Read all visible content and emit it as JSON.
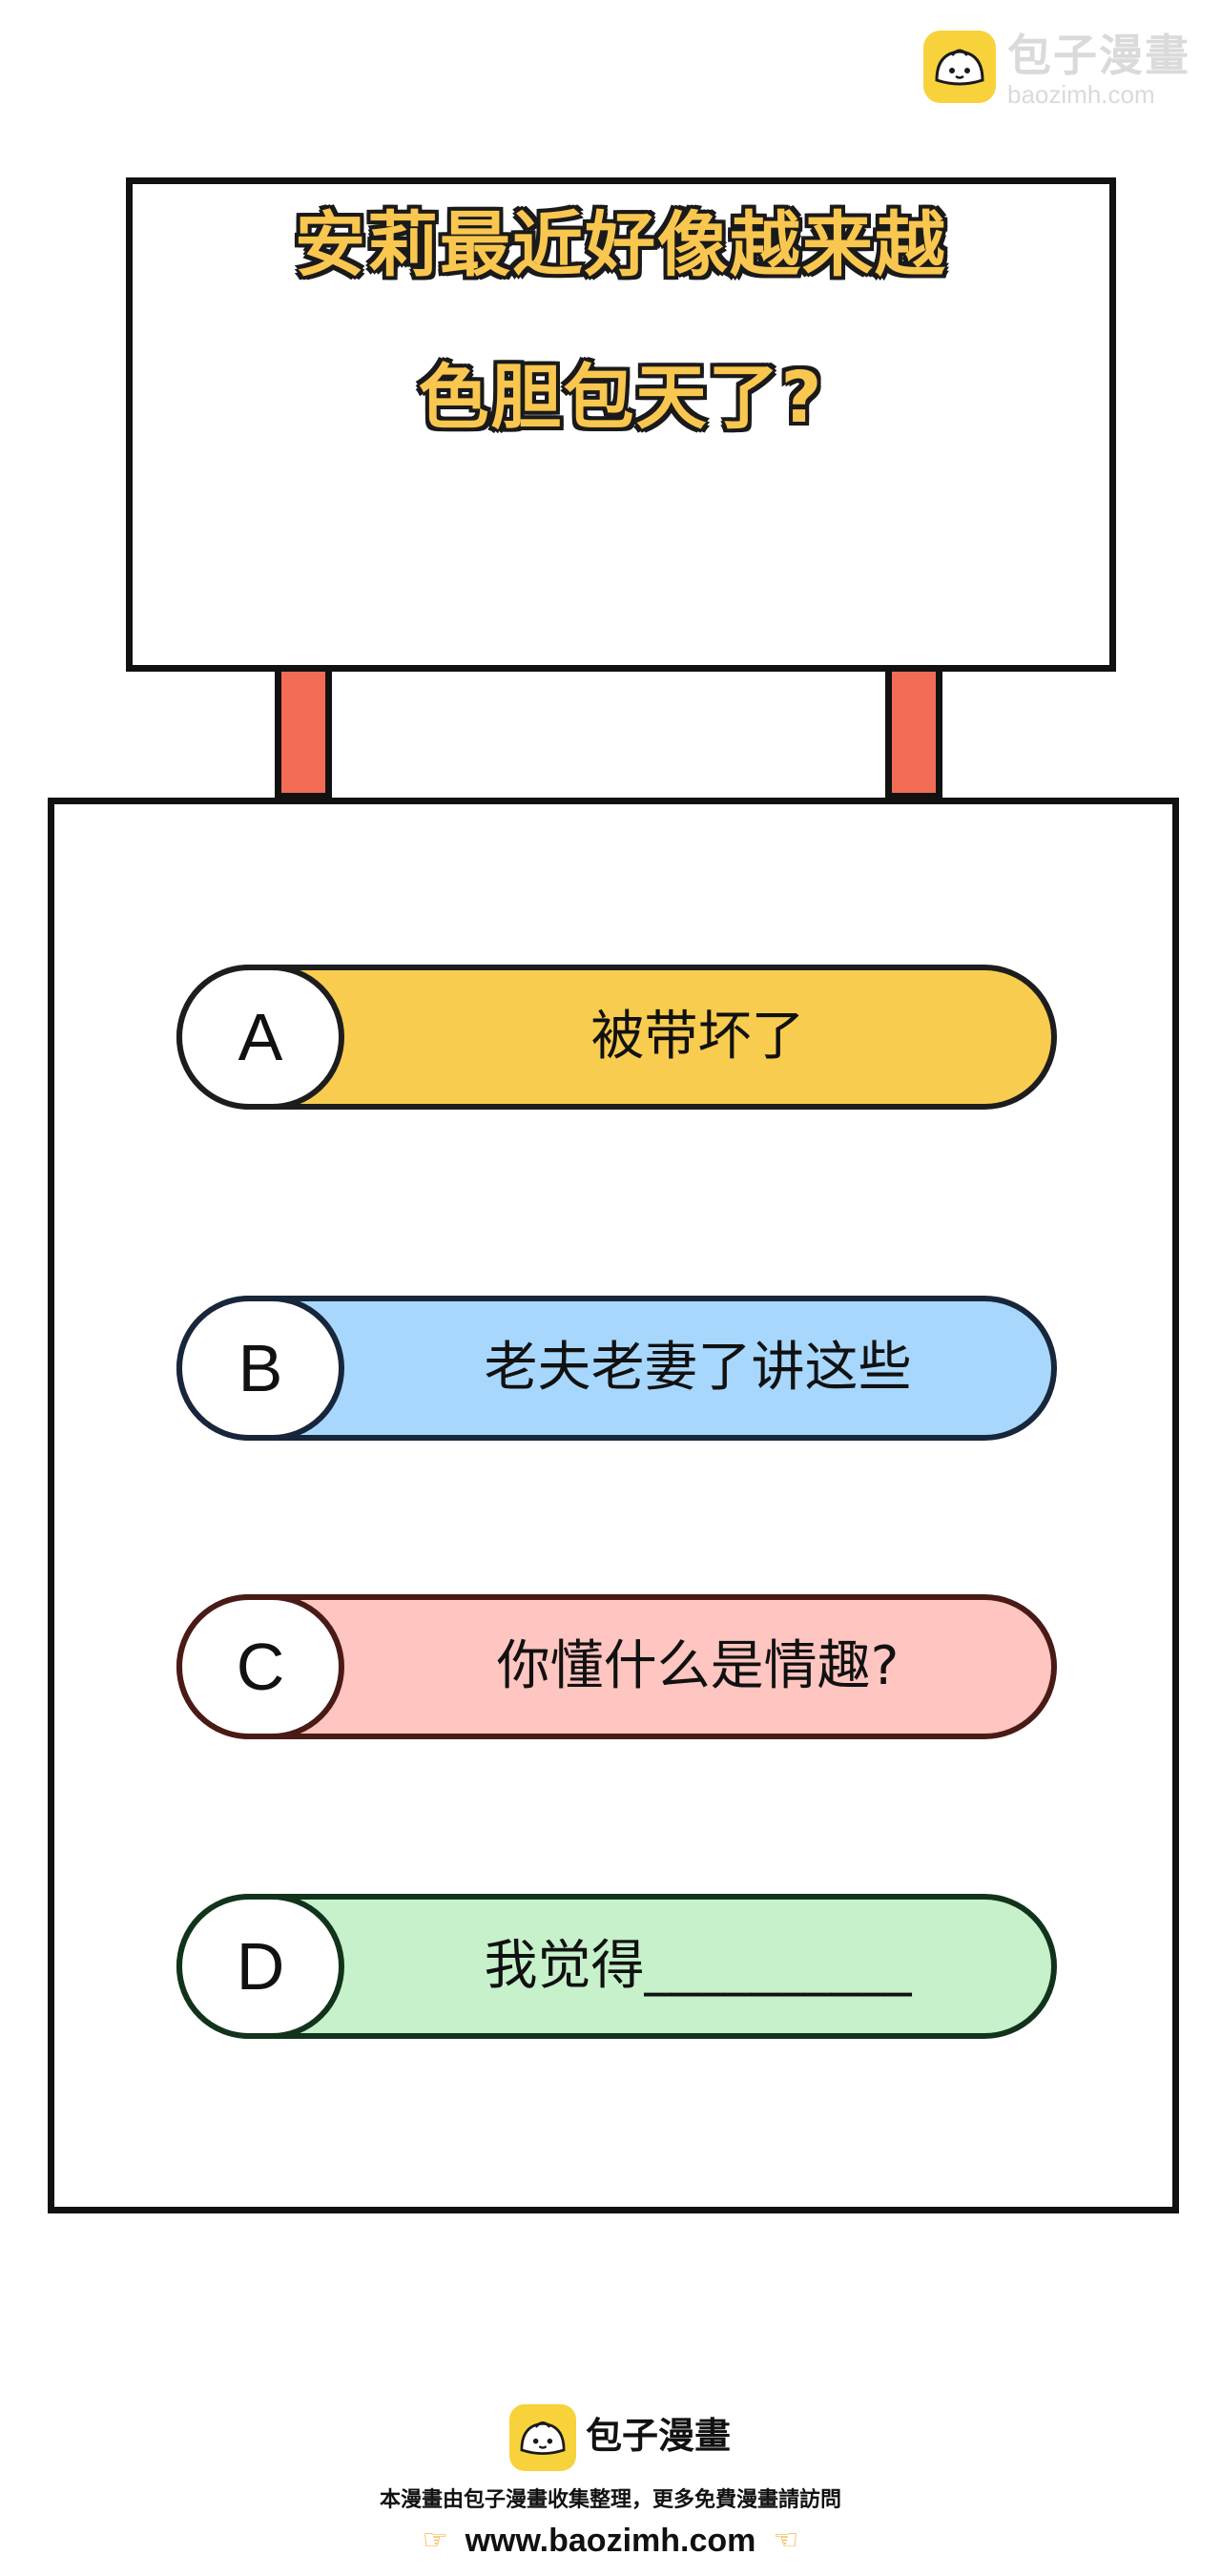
{
  "watermark": {
    "title": "包子漫畫",
    "url": "baozimh.com",
    "icon": "bun-logo-icon"
  },
  "question": {
    "line1": "安莉最近好像越来越",
    "line2": "色胆包天了?"
  },
  "options": [
    {
      "letter": "A",
      "text": "被带坏了",
      "color": "#f8cc4f"
    },
    {
      "letter": "B",
      "text": "老夫老妻了讲这些",
      "color": "#a7d7fc"
    },
    {
      "letter": "C",
      "text": "你懂什么是情趣?",
      "color": "#ffc5c0"
    },
    {
      "letter": "D",
      "text": "我觉得__________",
      "color": "#c6f1ca"
    }
  ],
  "footer": {
    "brand": "包子漫畫",
    "notice": "本漫畫由包子漫畫收集整理，更多免費漫畫請訪問",
    "url": "www.baozimh.com",
    "left_icon": "pointing-right-hand-icon",
    "right_icon": "pointing-left-hand-icon"
  },
  "colors": {
    "title_fill": "#f9c74f",
    "post": "#f26b55",
    "logo": "#f7d23a"
  }
}
